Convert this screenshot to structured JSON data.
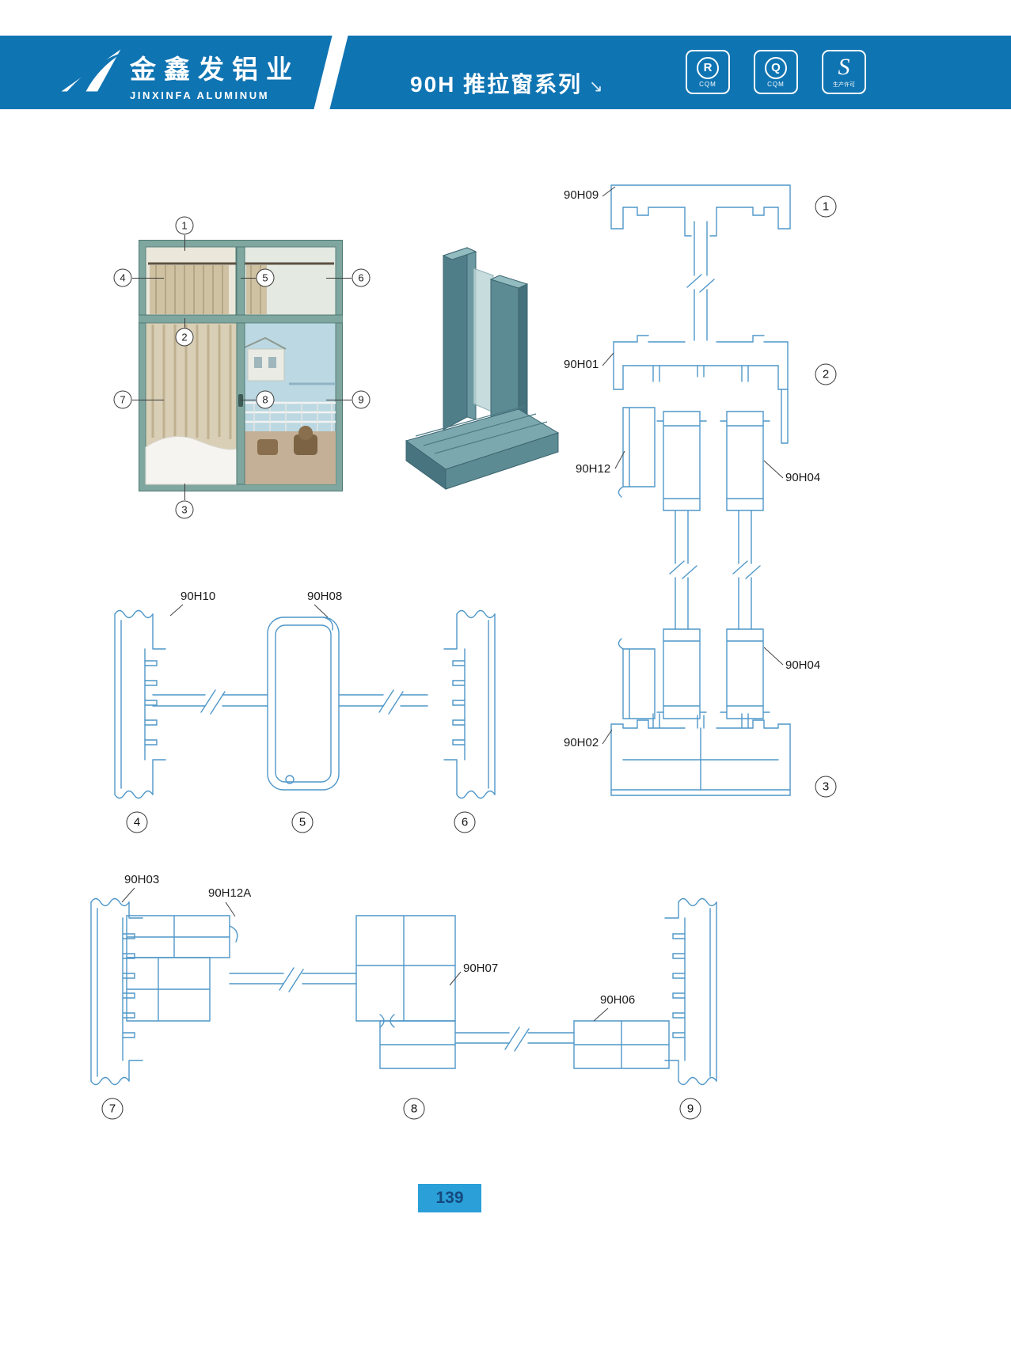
{
  "header": {
    "brand_cn": "金鑫发铝业",
    "brand_en": "JINXINFA ALUMINUM",
    "series_title": "90H 推拉窗系列",
    "arrow": "↘",
    "badges": [
      {
        "symbol": "R",
        "caption": "CQM"
      },
      {
        "symbol": "Q",
        "caption": "CQM"
      },
      {
        "symbol": "S",
        "caption": "生产许可"
      }
    ]
  },
  "window": {
    "callouts": [
      "1",
      "2",
      "3",
      "4",
      "5",
      "6",
      "7",
      "8",
      "9"
    ]
  },
  "diagram_right": {
    "labels": {
      "l1": "90H09",
      "l2": "90H01",
      "l3": "90H12",
      "l4": "90H04",
      "l5": "90H04",
      "l6": "90H02"
    },
    "numbers": [
      "1",
      "2",
      "3"
    ]
  },
  "diagram_middle": {
    "labels": {
      "l1": "90H10",
      "l2": "90H08"
    },
    "numbers": [
      "4",
      "5",
      "6"
    ]
  },
  "diagram_bottom": {
    "labels": {
      "l1": "90H03",
      "l2": "90H12A",
      "l3": "90H07",
      "l4": "90H06"
    },
    "numbers": [
      "7",
      "8",
      "9"
    ]
  },
  "footer": {
    "page_number": "139"
  }
}
